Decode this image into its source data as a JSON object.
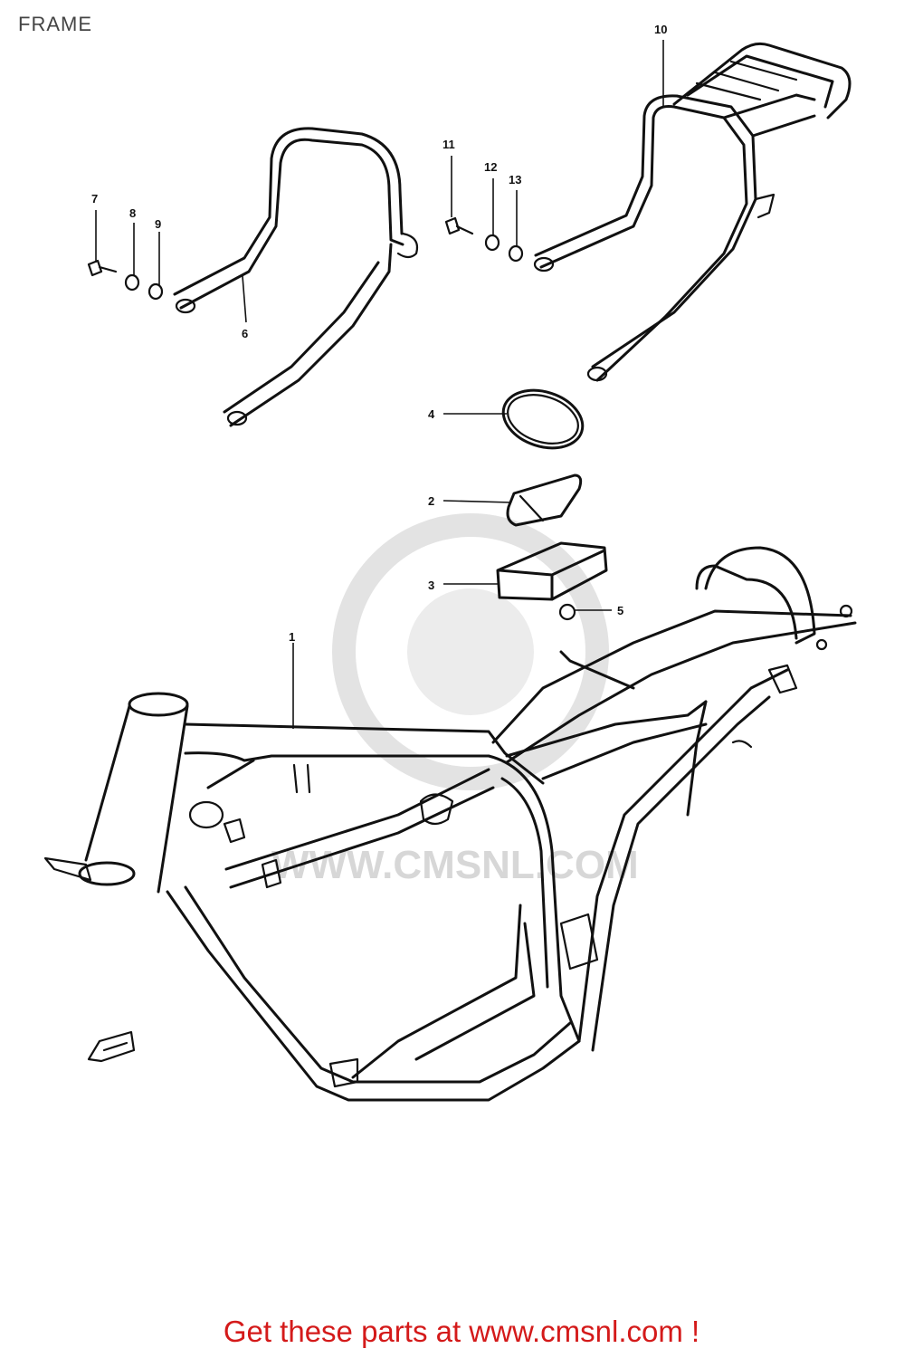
{
  "title": "FRAME",
  "footer": "Get these parts at www.cmsnl.com !",
  "watermark": {
    "text": "WWW.CMSNL.COM",
    "logo": "cmsnl-mascot-logo"
  },
  "callouts": [
    "1",
    "2",
    "3",
    "4",
    "5",
    "6",
    "7",
    "8",
    "9",
    "10",
    "11",
    "12",
    "13"
  ],
  "parts": [
    {
      "id": "1",
      "icon": "frame-icon"
    },
    {
      "id": "2",
      "icon": "bracket-cover-icon"
    },
    {
      "id": "3",
      "icon": "battery-holder-icon"
    },
    {
      "id": "4",
      "icon": "o-ring-icon"
    },
    {
      "id": "5",
      "icon": "nut-icon"
    },
    {
      "id": "6",
      "icon": "grab-handle-icon"
    },
    {
      "id": "7",
      "icon": "bolt-icon"
    },
    {
      "id": "8",
      "icon": "washer-icon"
    },
    {
      "id": "9",
      "icon": "nut-icon"
    },
    {
      "id": "10",
      "icon": "rear-carrier-icon"
    },
    {
      "id": "11",
      "icon": "bolt-icon"
    },
    {
      "id": "12",
      "icon": "washer-icon"
    },
    {
      "id": "13",
      "icon": "nut-icon"
    }
  ],
  "colors": {
    "line": "#111111",
    "footer": "#d41a1a",
    "watermark": "#c8c8c8"
  }
}
